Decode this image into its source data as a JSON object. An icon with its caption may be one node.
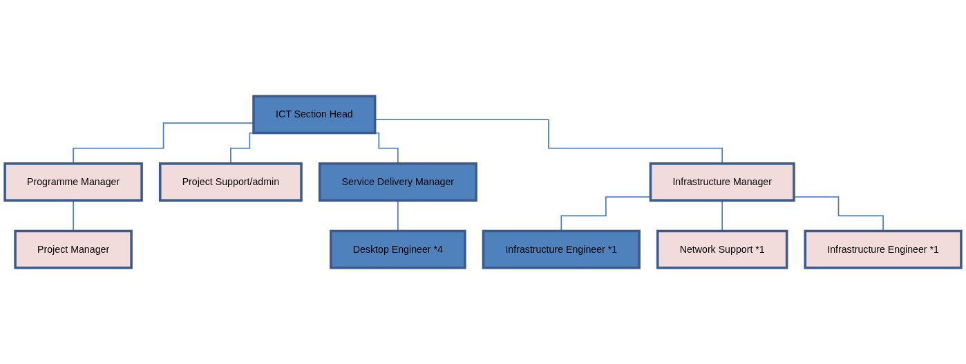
{
  "diagram": {
    "nodes": [
      {
        "text": [
          "ICT Section Head"
        ]
      },
      {
        "text": [
          "Programme Manager"
        ]
      },
      {
        "text": [
          "Project Support/admin"
        ]
      },
      {
        "text": [
          "Service Delivery Manager"
        ]
      },
      {
        "text": [
          "Infrastructure Manager"
        ]
      },
      {
        "text": [
          "Project Manager"
        ]
      },
      {
        "text": [
          "Desktop Engineer *4"
        ]
      },
      {
        "text": [
          "Infrastructure Engineer *1"
        ]
      },
      {
        "text": [
          "Network Support *1"
        ]
      },
      {
        "text": [
          "Infrastructure Engineer *1"
        ]
      }
    ],
    "edges": [
      {
        "from": 0,
        "to": 1,
        "arrow": "none"
      },
      {
        "from": 0,
        "to": 2,
        "arrow": "none"
      },
      {
        "from": 0,
        "to": 3,
        "arrow": "none"
      },
      {
        "from": 0,
        "to": 4,
        "arrow": "none"
      },
      {
        "from": 1,
        "to": 5,
        "arrow": "none"
      },
      {
        "from": 3,
        "to": 6,
        "arrow": "none"
      },
      {
        "from": 4,
        "to": 7,
        "arrow": "none"
      },
      {
        "from": 4,
        "to": 8,
        "arrow": "none"
      },
      {
        "from": 4,
        "to": 9,
        "arrow": "none"
      }
    ]
  }
}
